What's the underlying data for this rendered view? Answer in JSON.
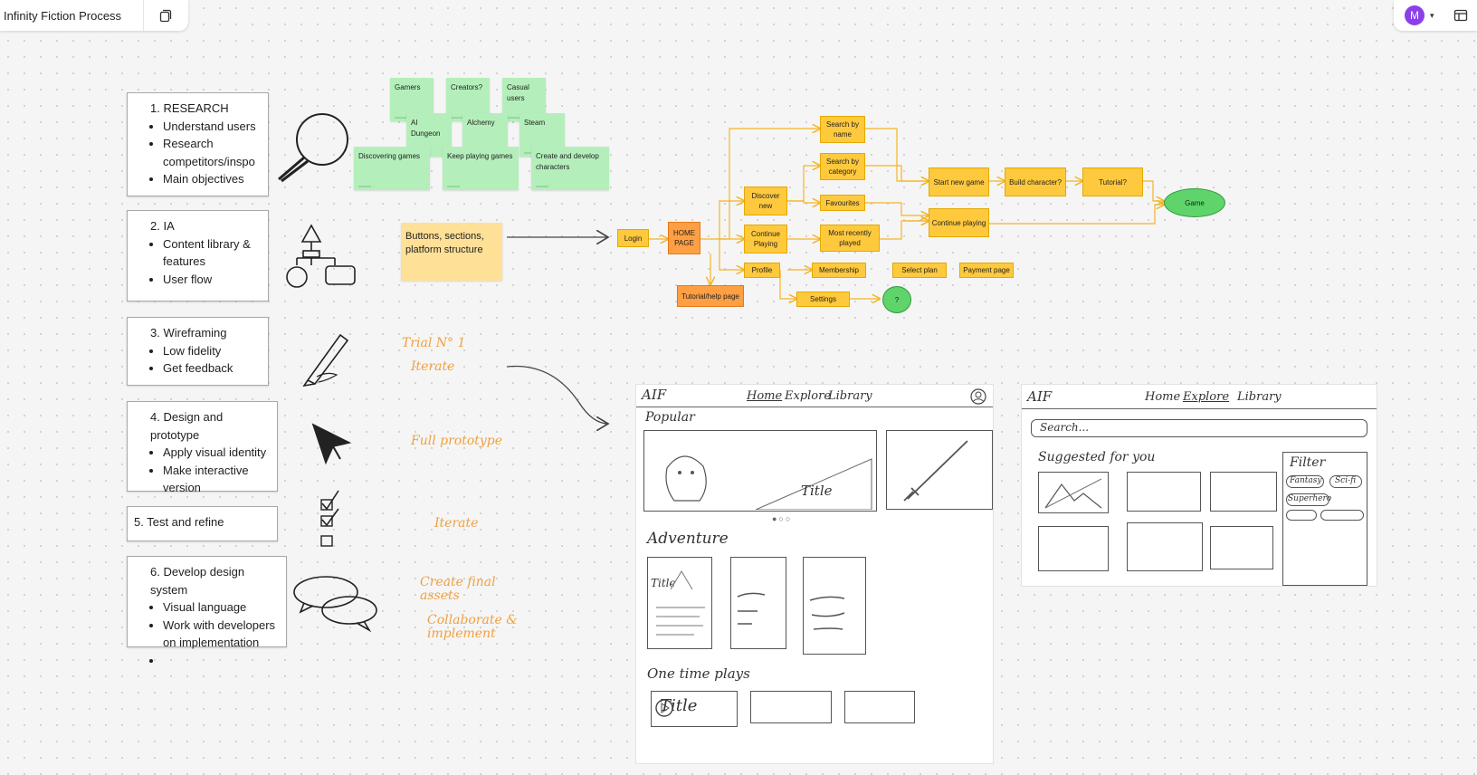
{
  "app": {
    "board_title": "Infinity Fiction Process",
    "user_initial": "M"
  },
  "steps": [
    {
      "title": "1. RESEARCH",
      "bullets": [
        "Understand users",
        "Research competitors/inspo",
        "Main objectives"
      ]
    },
    {
      "title": "2. IA",
      "bullets": [
        "Content library & features",
        "User flow"
      ]
    },
    {
      "title": "3. Wireframing",
      "bullets": [
        "Low fidelity",
        "Get feedback"
      ]
    },
    {
      "title": "4. Design and prototype",
      "bullets": [
        "Apply visual identity",
        "Make interactive version"
      ]
    },
    {
      "title": "5. Test and refine",
      "bullets": []
    },
    {
      "title": "6. Develop design system",
      "bullets": [
        "Visual language",
        "Work with developers on implementation"
      ]
    }
  ],
  "research_notes": [
    "Gamers",
    "Creators?",
    "Casual users",
    "AI Dungeon",
    "Alchemy",
    "Steam",
    "Discovering games",
    "Keep playing games",
    "Create and develop characters"
  ],
  "ia_note": "Buttons, sections, platform structure",
  "flow": {
    "login": "Login",
    "home": "HOME PAGE",
    "tutorial_help": "Tutorial/help page",
    "discover": "Discover new",
    "continue_playing": "Continue Playing",
    "profile": "Profile",
    "search_name": "Search by name",
    "search_category": "Search by category",
    "favourites": "Favourites",
    "most_recent": "Most recently played",
    "membership": "Membership",
    "settings": "Settings",
    "select_plan": "Select plan",
    "payment": "Payment page",
    "question": "?",
    "start_new": "Start new game",
    "continue_playing_2": "Continue playing",
    "build_character": "Build character?",
    "tutorial_q": "Tutorial?",
    "game": "Game"
  },
  "handwritten": {
    "trial": "Trial N° 1",
    "iterate": "Iterate",
    "full_prototype": "Full prototype",
    "iterate_2": "Iterate",
    "create_final": "Create final assets",
    "collaborate": "Collaborate & implement"
  },
  "sketch_home": {
    "logo": "AIF",
    "nav": [
      "Home",
      "Explore",
      "Library"
    ],
    "popular": "Popular",
    "hero_title": "Title",
    "adventure": "Adventure",
    "card_title": "Title",
    "one_time": "One time plays",
    "play_title": "Title"
  },
  "sketch_explore": {
    "logo": "AIF",
    "nav": [
      "Home",
      "Explore",
      "Library"
    ],
    "search": "Search...",
    "suggested": "Suggested for you",
    "filter": "Filter",
    "chips": [
      "Fantasy",
      "Sci-fi",
      "Superhero"
    ]
  },
  "colors": {
    "sticky_green": "#b4efbb",
    "sticky_yellow": "#ffe097",
    "flow_node": "#ffc93d",
    "flow_home": "#ff9f43",
    "game_green": "#5fd46b",
    "connector": "#f5b323",
    "handwriting": "#f0a040",
    "avatar": "#8b3fe8"
  }
}
